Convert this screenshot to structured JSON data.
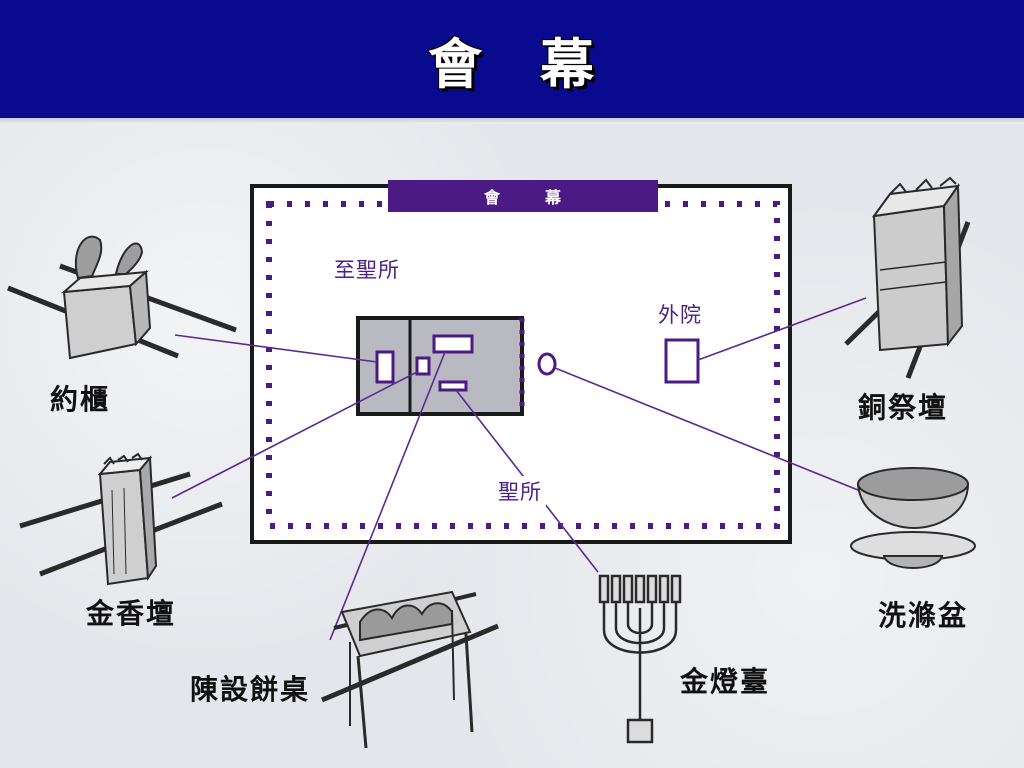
{
  "header": {
    "title_char_1": "會",
    "title_char_2": "幕",
    "background": "#0a0a8e"
  },
  "diagram": {
    "banner_char_1": "會",
    "banner_char_2": "幕",
    "banner_color": "#4b1a82",
    "line_color": "#5a2a91",
    "inner_labels": {
      "holy_of_holies": "至聖所",
      "holy_place": "聖所",
      "outer_court": "外院"
    },
    "furniture_labels": {
      "ark": "約櫃",
      "incense_altar": "金香壇",
      "showbread_table": "陳設餅桌",
      "lampstand": "金燈臺",
      "laver": "洗滌盆",
      "bronze_altar": "銅祭壇"
    }
  }
}
